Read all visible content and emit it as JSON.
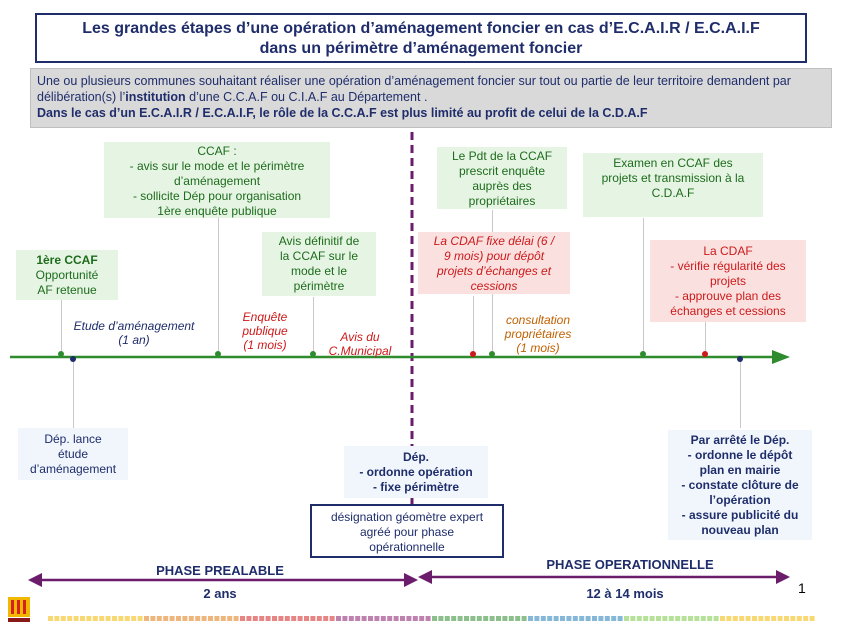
{
  "title": {
    "line1": "Les grandes étapes d’une opération d’aménagement foncier en cas d’E.C.A.I.R / E.C.A.I.F",
    "line2": "dans un périmètre d’aménagement foncier"
  },
  "intro": {
    "line1": "Une ou plusieurs communes souhaitant réaliser une opération d’aménagement foncier sur tout ou partie de leur territoire demandent par",
    "line2_pre": "délibération(s) l’",
    "line2_bold": "institution",
    "line2_post": " d’une C.C.A.F ou C.I.A.F au Département .",
    "line3": "Dans le cas d’un E.C.A.I.R / E.C.A.I.F, le rôle de la C.C.A.F est plus limité au profit de celui de la C.D.A.F"
  },
  "boxes": {
    "ccaf_first_title": "1ère CCAF",
    "ccaf_first_body": "Opportunité\nAF retenue",
    "ccaf_avis": "CCAF :\n-  avis sur le mode et le périmètre\nd’aménagement\n- sollicite Dép pour organisation\n1ère enquête publique",
    "avis_definitif": "Avis définitif de\nla CCAF sur le\nmode et le\npérimètre",
    "pdt_ccaf": "Le Pdt de la CCAF\nprescrit enquête\nauprès des\npropriétaires",
    "cdaf_delai": "La CDAF fixe délai  (6 /\n9 mois) pour dépôt\nprojets d’échanges et\ncessions",
    "examen_ccaf": "Examen en CCAF des\nprojets et transmission à la\nC.D.A.F",
    "cdaf_verifie": "La CDAF\n- vérifie régularité des\nprojets\n- approuve  plan des\néchanges et cessions",
    "dep_lance": "Dép. lance\nétude\nd’aménagement",
    "dep_ordonne_title": "Dép.",
    "dep_ordonne_body": "- ordonne opération\n- fixe périmètre",
    "designation": "désignation géomètre expert\nagréé pour phase\nopérationnelle",
    "arrete_dep": "Par arrêté le Dép.\n- ordonne le dépôt\nplan en mairie\n- constate clôture de\nl’opération\n- assure publicité du\nnouveau plan"
  },
  "timeline_labels": {
    "etude": "Etude d’aménagement\n(1 an)",
    "enquete": "Enquête\npublique\n(1 mois)",
    "avis_cm": "Avis du\nC.Municipal",
    "consultation": "consultation\npropriétaires\n(1 mois)"
  },
  "phases": {
    "prealable_name": "PHASE PREALABLE",
    "prealable_duration": "2 ans",
    "operationnelle_name": "PHASE OPERATIONNELLE",
    "operationnelle_duration": "12 à 14 mois"
  },
  "page_number": "1",
  "colors": {
    "navy": "#1f2d6b",
    "green": "#1d6b1d",
    "red": "#cc1a1a",
    "orange": "#c06000",
    "purple": "#6b1d6b",
    "timeline": "#2e8b2e"
  }
}
